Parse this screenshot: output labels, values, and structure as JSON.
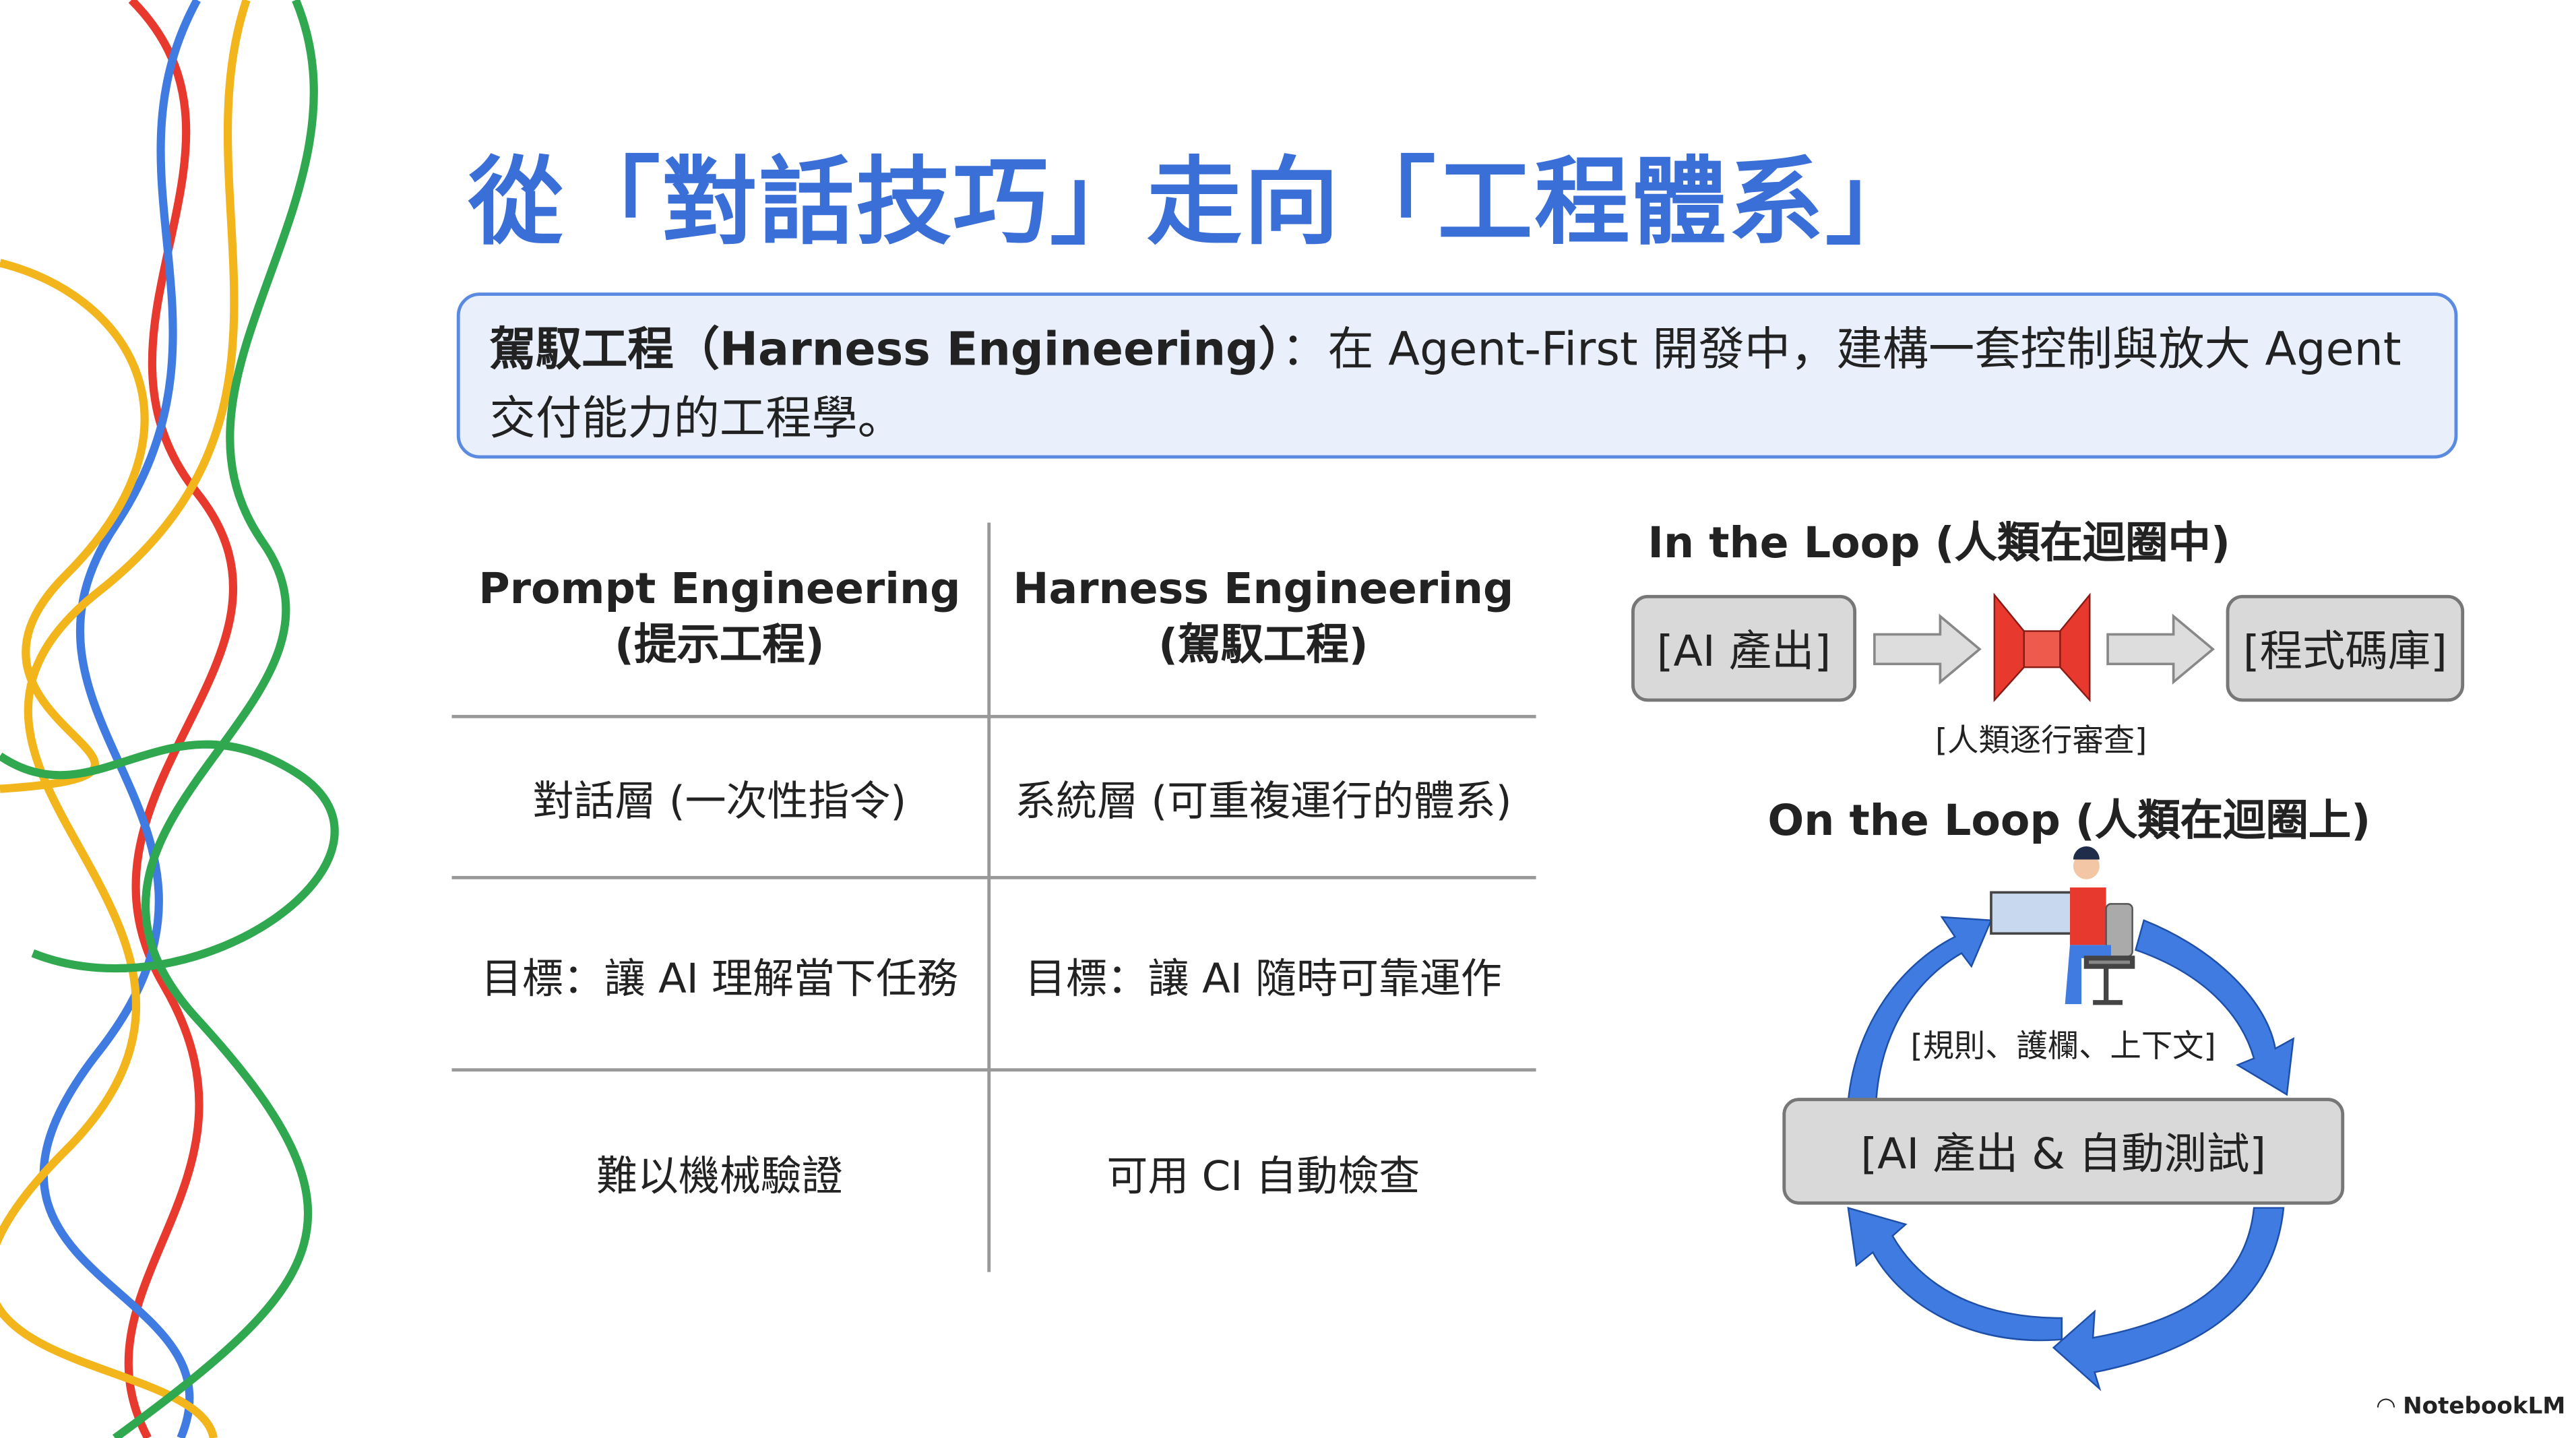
{
  "title": "從「對話技巧」走向「工程體系」",
  "definition": {
    "term": "駕馭工程（Harness Engineering）",
    "text": "：在 Agent-First 開發中，建構一套控制與放大 Agent 交付能力的工程學。"
  },
  "table": {
    "headers": [
      {
        "line1": "Prompt Engineering",
        "line2": "(提示工程)"
      },
      {
        "line1": "Harness Engineering",
        "line2": "(駕馭工程)"
      }
    ],
    "rows": [
      [
        "對話層 (一次性指令)",
        "系統層 (可重複運行的體系)"
      ],
      [
        "目標：讓 AI 理解當下任務",
        "目標：讓 AI 隨時可靠運作"
      ],
      [
        "難以機械驗證",
        "可用 CI 自動檢查"
      ]
    ]
  },
  "in_the_loop": {
    "title": "In the Loop (人類在迴圈中)",
    "source": "[AI 產出]",
    "target": "[程式碼庫]",
    "gate_label": "[人類逐行審查]"
  },
  "on_the_loop": {
    "title": "On the Loop (人類在迴圈上)",
    "human_label": "[規則、護欄、上下文]",
    "core": "[AI 產出 & 自動測試]"
  },
  "branding": {
    "logo_text": "NotebookLM"
  },
  "colors": {
    "title": "#3a6fd8",
    "box_border": "#5b8be0",
    "box_bg": "#e9f0fc",
    "gate": "#e8392f",
    "cycle": "#3f7be0"
  }
}
